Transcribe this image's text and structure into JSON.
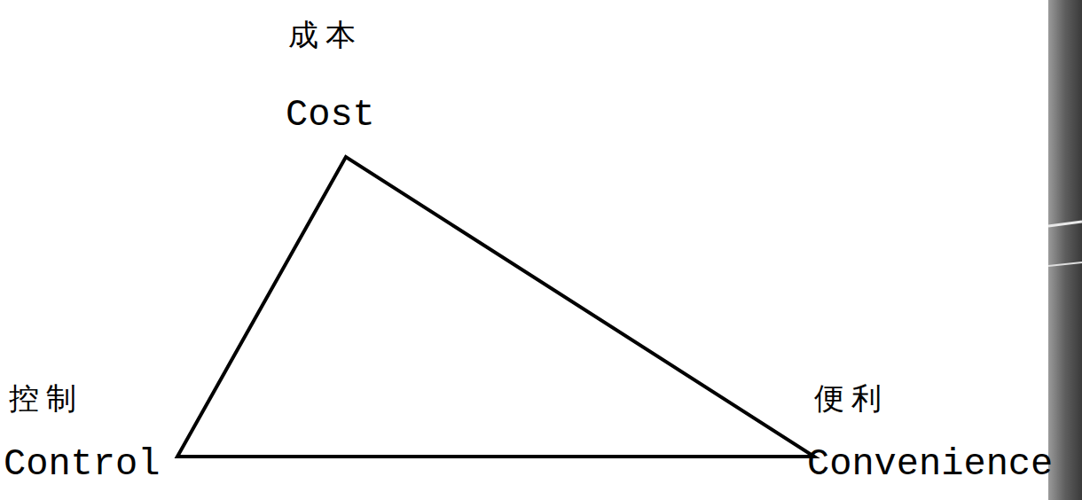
{
  "diagram": {
    "labels": [
      "成本",
      "Cost",
      "控制",
      "Control",
      "便利",
      "Convenience"
    ]
  }
}
